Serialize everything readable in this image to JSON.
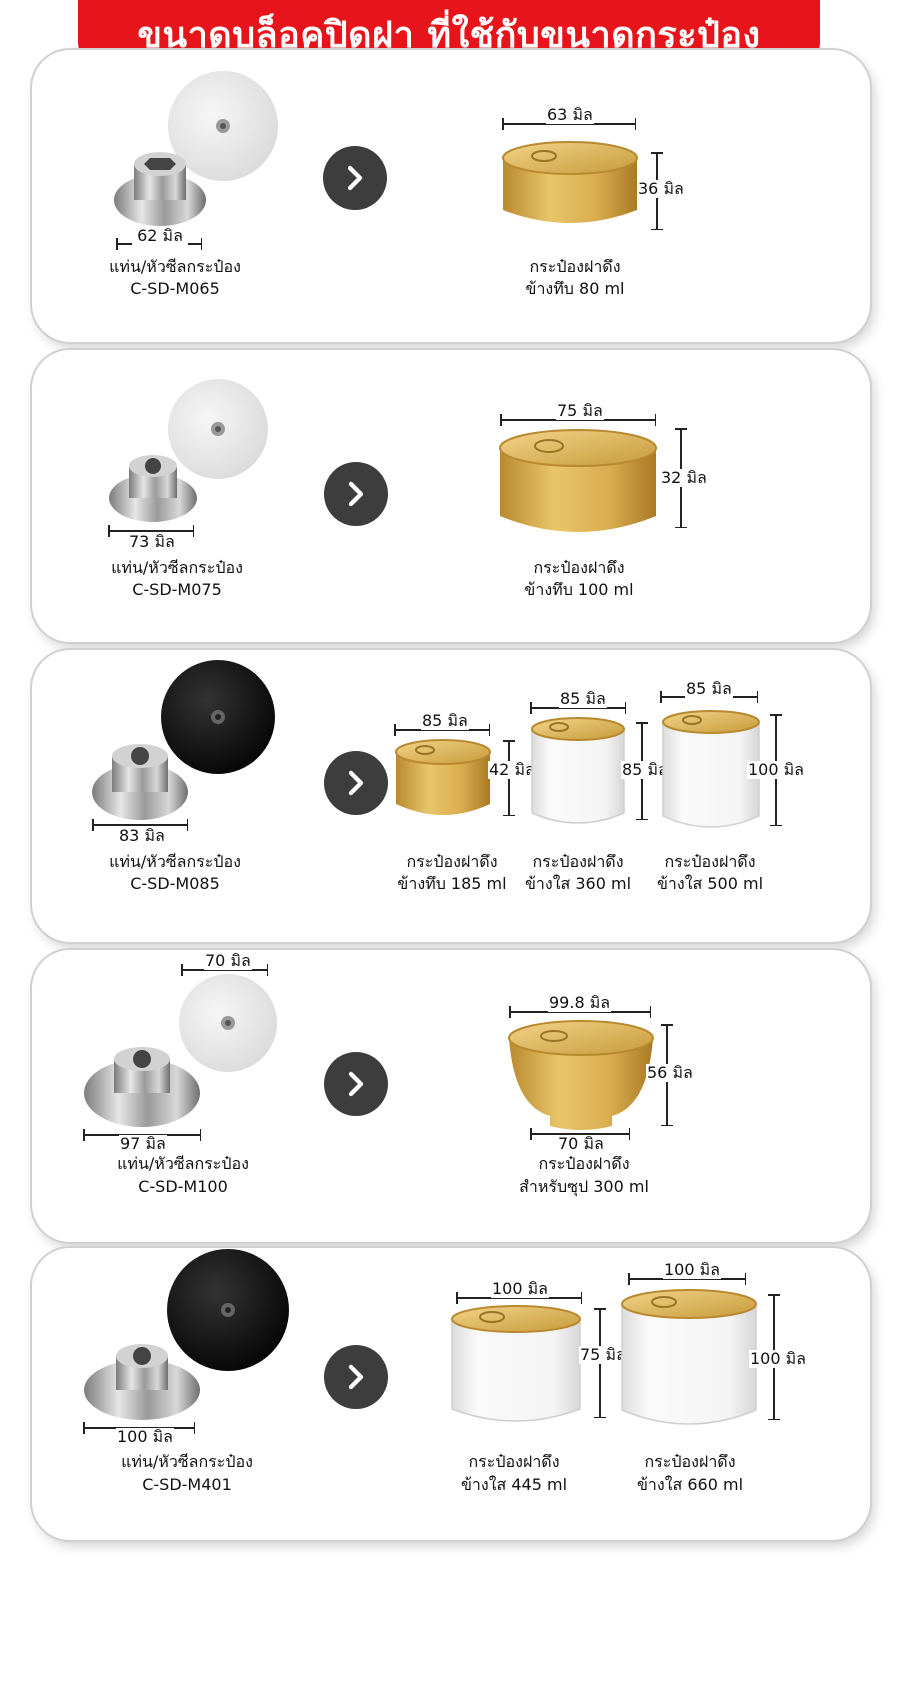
{
  "header": {
    "title": "ขนาดบล็อคปิดฝา ที่ใช้กับขนาดกระป๋อง"
  },
  "icons": {
    "arrow": "chevron-right-icon"
  },
  "colors": {
    "banner": "#e8141b",
    "gold": "#d4a845",
    "arrow_bg": "#3d3d3d"
  },
  "rows": [
    {
      "block": {
        "dim": "62 มิล",
        "label1": "แท่น/หัวซีลกระป๋อง",
        "label2": "C-SD-M065"
      },
      "cans": [
        {
          "width": "63 มิล",
          "height": "36 มิล",
          "label1": "กระป๋องฝาดึง",
          "label2": "ข้างทึบ 80 ml"
        }
      ]
    },
    {
      "block": {
        "dim": "73 มิล",
        "label1": "แท่น/หัวซีลกระป๋อง",
        "label2": "C-SD-M075"
      },
      "cans": [
        {
          "width": "75 มิล",
          "height": "32 มิล",
          "label1": "กระป๋องฝาดึง",
          "label2": "ข้างทึบ 100 ml"
        }
      ]
    },
    {
      "block": {
        "dim": "83 มิล",
        "label1": "แท่น/หัวซีลกระป๋อง",
        "label2": "C-SD-M085"
      },
      "cans": [
        {
          "width": "85 มิล",
          "height": "42 มิล",
          "label1": "กระป๋องฝาดึง",
          "label2": "ข้างทึบ 185 ml"
        },
        {
          "width": "85 มิล",
          "height": "85 มิล",
          "label1": "กระป๋องฝาดึง",
          "label2": "ข้างใส 360 ml"
        },
        {
          "width": "85 มิล",
          "height": "100 มิล",
          "label1": "กระป๋องฝาดึง",
          "label2": "ข้างใส 500 ml"
        }
      ]
    },
    {
      "block": {
        "dim": "97 มิล",
        "top_dim": "70 มิล",
        "label1": "แท่น/หัวซีลกระป๋อง",
        "label2": "C-SD-M100"
      },
      "cans": [
        {
          "width": "99.8 มิล",
          "height": "56 มิล",
          "bottom": "70 มิล",
          "label1": "กระป๋องฝาดึง",
          "label2": "สำหรับซุป 300 ml"
        }
      ]
    },
    {
      "block": {
        "dim": "100 มิล",
        "label1": "แท่น/หัวซีลกระป๋อง",
        "label2": "C-SD-M401"
      },
      "cans": [
        {
          "width": "100 มิล",
          "height": "75 มิล",
          "label1": "กระป๋องฝาดึง",
          "label2": "ข้างใส 445 ml"
        },
        {
          "width": "100 มิล",
          "height": "100 มิล",
          "label1": "กระป๋องฝาดึง",
          "label2": "ข้างใส 660 ml"
        }
      ]
    }
  ]
}
